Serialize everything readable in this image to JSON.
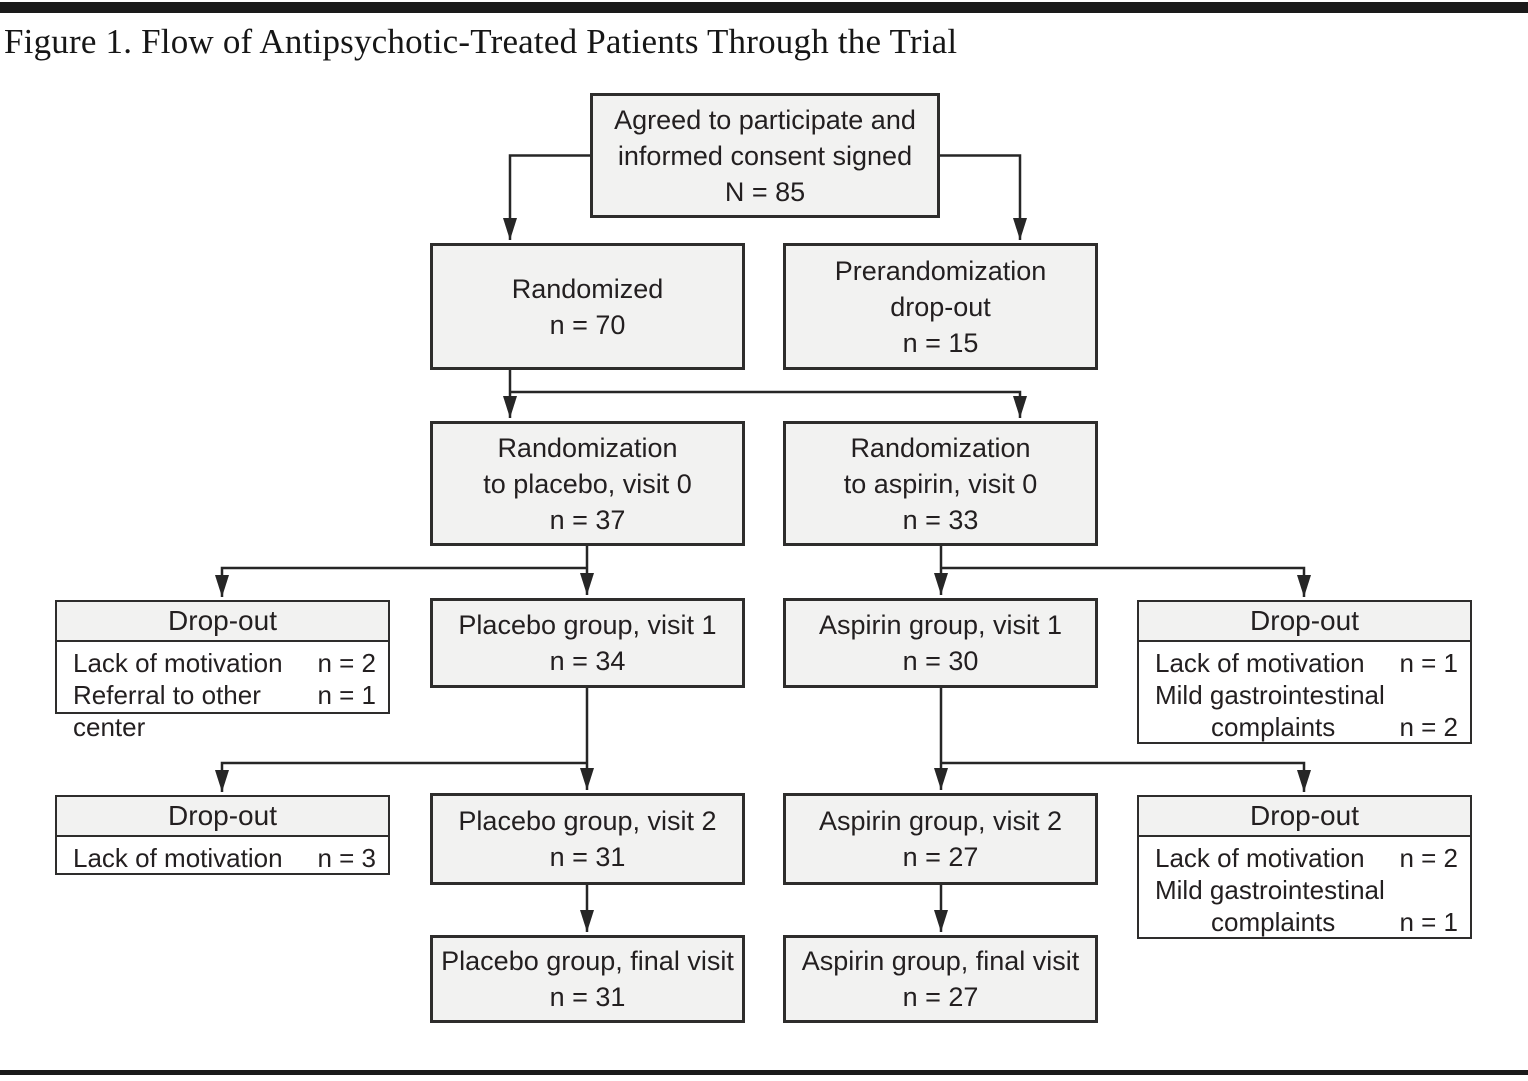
{
  "figure": {
    "title": "Figure 1. Flow of Antipsychotic-Treated Patients Through the Trial"
  },
  "colors": {
    "box_fill": "#f2f2f1",
    "box_border": "#2e2d2c",
    "dropout_body_fill": "#ffffff",
    "connector_line": "#262626",
    "text": "#231f20",
    "rule": "#1a1a1a"
  },
  "nodes": {
    "consent": {
      "lines": [
        "Agreed to participate and",
        "informed consent signed",
        "N = 85"
      ]
    },
    "randomized": {
      "lines": [
        "Randomized",
        "n = 70"
      ]
    },
    "prerandomization_dropout": {
      "lines": [
        "Prerandomization",
        "drop-out",
        "n = 15"
      ]
    },
    "randomization_placebo": {
      "lines": [
        "Randomization",
        "to placebo, visit 0",
        "n = 37"
      ]
    },
    "randomization_aspirin": {
      "lines": [
        "Randomization",
        "to aspirin, visit 0",
        "n = 33"
      ]
    },
    "placebo_visit1": {
      "lines": [
        "Placebo group, visit 1",
        "n = 34"
      ]
    },
    "aspirin_visit1": {
      "lines": [
        "Aspirin group, visit 1",
        "n = 30"
      ]
    },
    "placebo_visit2": {
      "lines": [
        "Placebo group, visit 2",
        "n = 31"
      ]
    },
    "aspirin_visit2": {
      "lines": [
        "Aspirin group, visit 2",
        "n = 27"
      ]
    },
    "placebo_final": {
      "lines": [
        "Placebo group, final visit",
        "n = 31"
      ]
    },
    "aspirin_final": {
      "lines": [
        "Aspirin group, final visit",
        "n = 27"
      ]
    }
  },
  "dropouts": {
    "left_visit1": {
      "header": "Drop-out",
      "rows": [
        {
          "label": "Lack of motivation",
          "n": "n = 2"
        },
        {
          "label": "Referral to other center",
          "n": "n = 1"
        }
      ]
    },
    "right_visit1": {
      "header": "Drop-out",
      "rows": [
        {
          "label": "Lack of motivation",
          "n": "n = 1"
        },
        {
          "label": "Mild gastrointestinal",
          "n": ""
        },
        {
          "label": "complaints",
          "n": "n = 2"
        }
      ]
    },
    "left_visit2": {
      "header": "Drop-out",
      "rows": [
        {
          "label": "Lack of motivation",
          "n": "n = 3"
        }
      ]
    },
    "right_visit2": {
      "header": "Drop-out",
      "rows": [
        {
          "label": "Lack of motivation",
          "n": "n = 2"
        },
        {
          "label": "Mild gastrointestinal",
          "n": ""
        },
        {
          "label": "complaints",
          "n": "n = 1"
        }
      ]
    }
  }
}
